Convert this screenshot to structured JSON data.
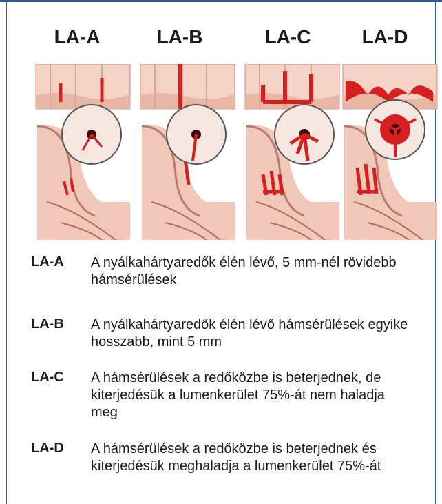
{
  "grades": [
    {
      "label": "LA-A",
      "description": "A nyálkahártyaredők élén lévő, 5 mm-nél rövidebb hámsérülések"
    },
    {
      "label": "LA-B",
      "description": "A nyálkahártyaredők élén lévő hámsérülések egyike hosszabb, mint 5 mm"
    },
    {
      "label": "LA-C",
      "description": "A hámsérülések a redőközbe is beterjednek, de kiterjedésük a lumenkerület 75%-át nem haladja meg"
    },
    {
      "label": "LA-D",
      "description": "A hámsérülések a redőközbe is beterjednek és kiterjedésük meghaladja a lumenkerület 75%-át"
    }
  ],
  "colors": {
    "frame": "#2f5f9a",
    "tissue": "#f1cfc2",
    "lesion": "#d81f1f"
  }
}
